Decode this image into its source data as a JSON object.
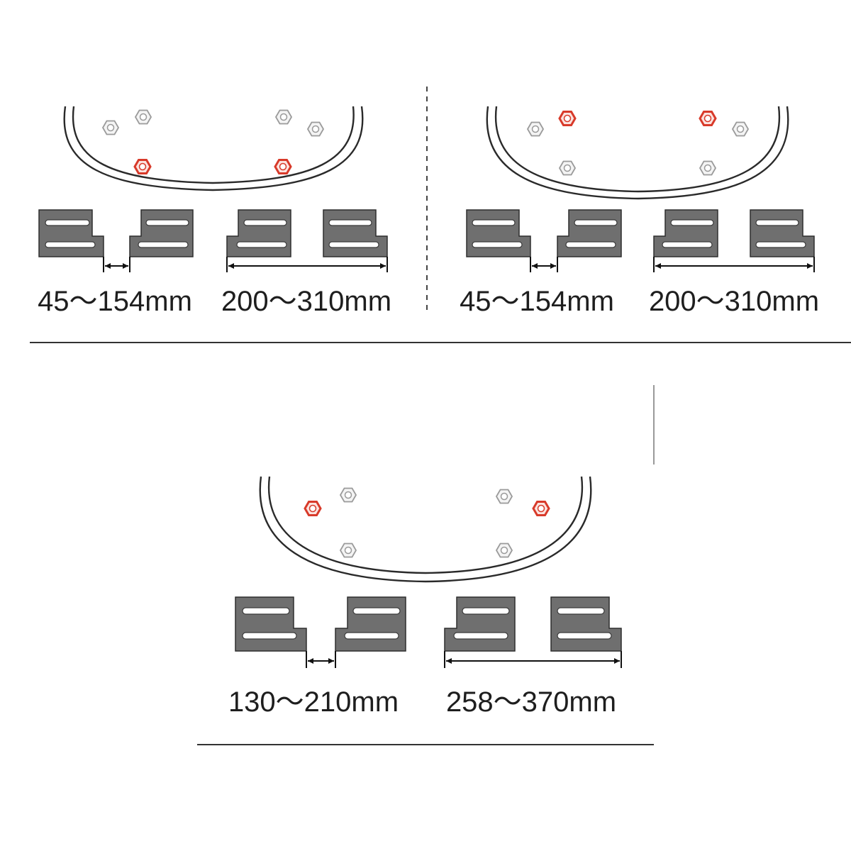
{
  "colors": {
    "highlight_nut": "#d83a2a",
    "plain_nut": "#9a9a9a",
    "bracket": "#6f6f6f"
  },
  "icons": {
    "nut": "hex-nut-icon",
    "bracket": "slotted-bracket-icon"
  },
  "panels": [
    {
      "id": "panel-top-left",
      "inner_range": {
        "text": "45～154mm"
      },
      "outer_range": {
        "text": "200～310mm"
      },
      "highlighted_nuts": [
        "front-left",
        "front-right"
      ]
    },
    {
      "id": "panel-top-right",
      "inner_range": {
        "text": "45～154mm"
      },
      "outer_range": {
        "text": "200～310mm"
      },
      "highlighted_nuts": [
        "back-left",
        "back-right"
      ]
    },
    {
      "id": "panel-bottom",
      "inner_range": {
        "text": "130～210mm"
      },
      "outer_range": {
        "text": "258～370mm"
      },
      "highlighted_nuts": [
        "side-left",
        "side-right"
      ]
    }
  ]
}
